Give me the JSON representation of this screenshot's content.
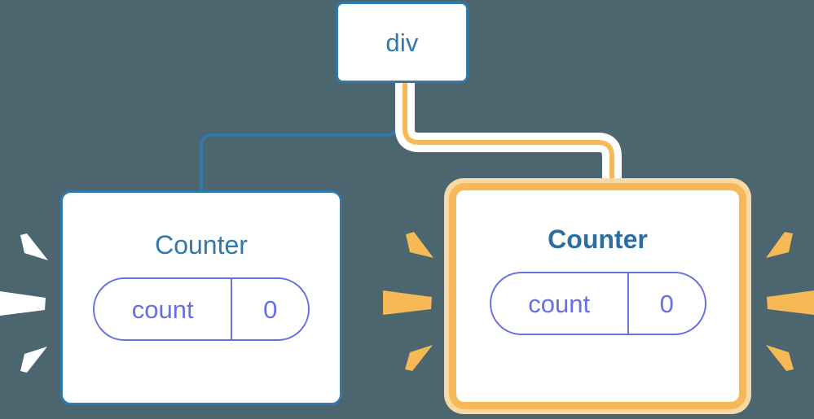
{
  "diagram": {
    "type": "component-tree",
    "background_color": "#4c6670",
    "accent_blue": "#2f79ac",
    "accent_orange": "#f6b955",
    "accent_purple": "#6670e0",
    "highlight_glow": "#f8d9a5"
  },
  "nodes": {
    "root": {
      "label": "div",
      "border_color": "#2f79ac",
      "highlighted": "false"
    },
    "left_counter": {
      "title": "Counter",
      "border_color": "#2f79ac",
      "highlighted": "false",
      "state": {
        "key": "count",
        "value": "0"
      },
      "rays_color": "#ffffff"
    },
    "right_counter": {
      "title": "Counter",
      "border_color": "#f6b955",
      "highlighted": "true",
      "state": {
        "key": "count",
        "value": "0"
      },
      "rays_color": "#f6b955"
    }
  },
  "edges": [
    {
      "name": "div-to-left-counter",
      "color": "#2f79ac",
      "highlighted": "false"
    },
    {
      "name": "div-to-right-counter",
      "color": "#f6b955",
      "highlighted": "true"
    }
  ]
}
